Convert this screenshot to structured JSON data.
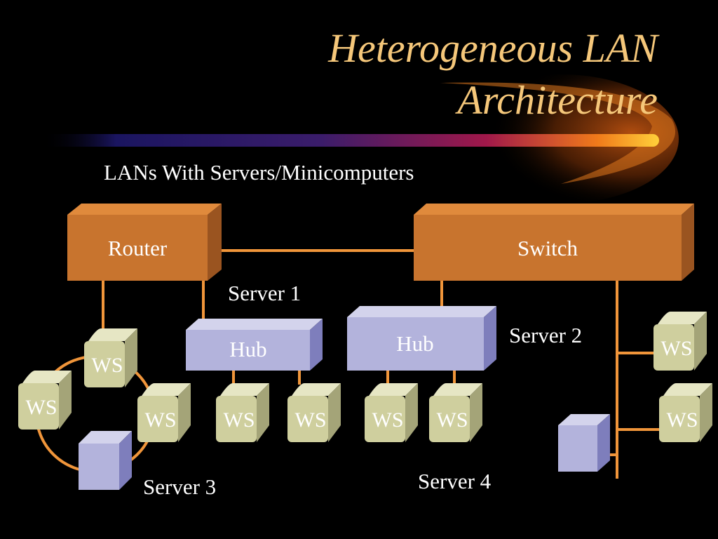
{
  "slide": {
    "title_line1": "Heterogeneous LAN",
    "title_line2": "Architecture",
    "subtitle": "LANs With Servers/Minicomputers"
  },
  "devices": {
    "router": "Router",
    "switch": "Switch",
    "hub": "Hub",
    "workstation": "WS"
  },
  "servers": {
    "s1": "Server 1",
    "s2": "Server 2",
    "s3": "Server 3",
    "s4": "Server 4"
  },
  "colors": {
    "background": "#000000",
    "title": "#f5c77a",
    "device_orange": "#c8742e",
    "hub_lavender": "#b3b3dc",
    "ws_beige": "#cfcf9e",
    "link_orange": "#f0953a"
  }
}
